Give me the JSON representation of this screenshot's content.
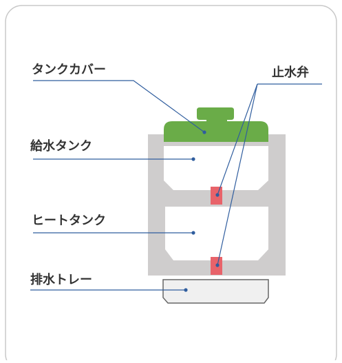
{
  "labels": {
    "tank_cover": "タンクカバー",
    "stop_valve": "止水弁",
    "water_supply_tank": "給水タンク",
    "heat_tank": "ヒートタンク",
    "drain_tray": "排水トレー"
  },
  "colors": {
    "frame_border": "#c8c8c8",
    "body_gray": "#cfcdcd",
    "cover_green": "#6aac48",
    "valve_red": "#e8636a",
    "leader_blue": "#2f5d9e",
    "tray_fill": "#f0f0f0",
    "tray_stroke": "#666666",
    "text": "#333333"
  }
}
